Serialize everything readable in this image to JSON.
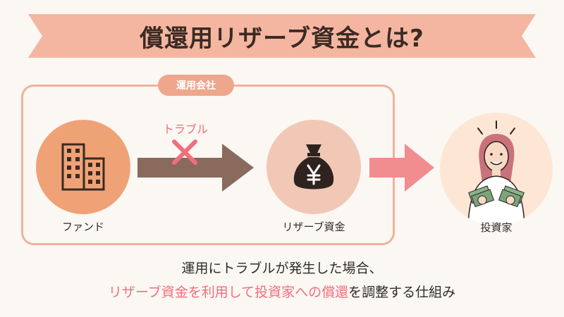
{
  "title": "償還用リザーブ資金とは?",
  "group_label": "運用会社",
  "nodes": {
    "fund": "ファンド",
    "reserve": "リザーブ資金",
    "investor": "投資家"
  },
  "trouble_label": "トラブル",
  "caption_line1": "運用にトラブルが発生した場合、",
  "caption_line2": {
    "part1": "リザーブ資金を利用して投資家への償還",
    "part2": "を調整する仕組み"
  },
  "icons": {
    "fund": "building-icon",
    "reserve": "money-bag-yen-icon",
    "investor": "person-with-cash-icon",
    "trouble": "cross-icon"
  },
  "colors": {
    "banner": "#f4b6a0",
    "accent_orange": "#f0a277",
    "arrow_brown": "#8a6a5c",
    "arrow_pink": "#f18c8f",
    "highlight_pink": "#f06f7c"
  }
}
